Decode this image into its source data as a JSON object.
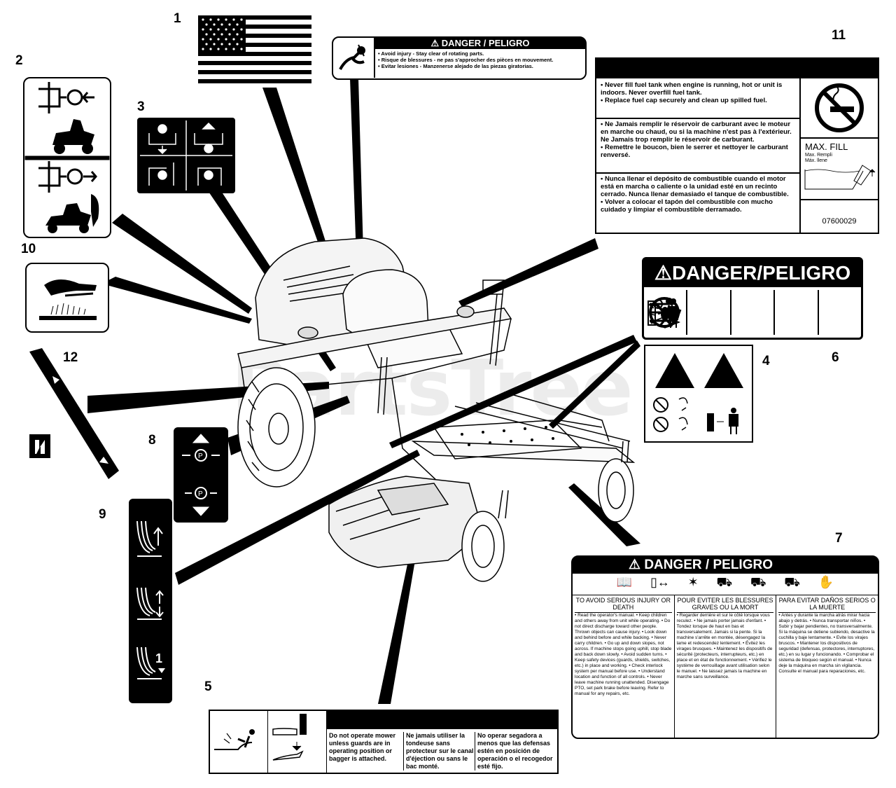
{
  "callouts": [
    "1",
    "2",
    "3",
    "4",
    "5",
    "6",
    "7",
    "8",
    "9",
    "10",
    "11",
    "12"
  ],
  "decal1": {
    "stars_rows": 7
  },
  "decal_rotating": {
    "title": "DANGER / PELIGRO",
    "lines": [
      "• Avoid injury - Stay clear of rotating parts.",
      "• Risque de blessures - ne pas s'approcher des pièces en mouvement.",
      "• Evitar lesiones - Manzenerse alejado de las piezas giratorias."
    ]
  },
  "decal11": {
    "en": [
      "• Never fill fuel tank when engine is running, hot or unit is indoors.  Never overfill fuel tank.",
      "• Replace fuel cap securely and clean up spilled fuel."
    ],
    "fr": [
      "• Ne Jamais remplir le réservoir de carburant avec le moteur en marche ou chaud, ou si la machine n'est pas à l'extérieur.  Ne Jamais trop remplir le réservoir de carburant.",
      "• Remettre le boucon, bien le serrer et nettoyer le carburant renversé."
    ],
    "es": [
      "• Nunca llenar el depósito de combustible cuando el motor está en marcha o caliente o la unidad esté en un recinto cerrado.  Nunca llenar demasiado el tanque de combustible.",
      "• Volver a colocar el tapón del combustible con mucho cuidado y limpiar el combustible derramado."
    ],
    "max_fill": "MAX. FILL",
    "max_fill_sub": "Max. Rempli\nMáx. llene",
    "part_no": "07600029"
  },
  "decal6": {
    "title": "DANGER/PELIGRO"
  },
  "decal7": {
    "title": "DANGER / PELIGRO",
    "col_heads": [
      "TO AVOID SERIOUS INJURY OR DEATH",
      "POUR EVITER LES BLESSURES GRAVES OU LA MORT",
      "PARA EVITAR DAÑOS SERIOS O LA MUERTE"
    ],
    "col_text": [
      "• Read the operator's manual. • Keep children and others away from unit while operating. • Do not direct discharge toward other people. Thrown objects can cause injury. • Look down and behind before and while backing. • Never carry children. • Go up and down slopes, not across. If machine stops going uphill, stop blade and back down slowly. • Avoid sudden turns. • Keep safety devices (guards, shields, switches, etc.) in place and working. • Check interlock system per manual before use. • Understand location and function of all controls. • Never leave machine running unattended. Disengage PTO, set park brake before leaving. Refer to manual for any repairs, etc.",
      "• Regarder derrière et sur le côté lorsque vous reculez. • Ne jamais porter jamais d'enfant. • Tondez lorsque de haut en bas et transversalement. Jamais si la pente. Si la machine s'arrête en montée, désengagez la lame et redescendez lentement. • Évitez les virages brusques. • Maintenez les dispositifs de sécurité (protecteurs, interrupteurs, etc.) en place et en état de fonctionnement. • Vérifiez le système de verrouillage avant utilisation selon le manuel. • Ne laissez jamais la machine en marche sans surveillance.",
      "• Antes y durante la marcha atrás mirar hacia abajo y detrás. • Nunca transportar niños. • Subir y bajar pendientes, no transversalmente. Si la máquina se detiene subiendo, desactive la cuchilla y baje lentamente. • Evite los virajes bruscos. • Mantener los dispositivos de seguridad (defensas, protectores, interruptores, etc.) en su lugar y funcionando. • Comprobar el sistema de bloqueo según el manual. • Nunca deje la máquina en marcha sin vigilancia. Consulte el manual para reparaciones, etc."
    ]
  },
  "decal5": {
    "en": "Do not operate mower unless guards are in operating position or bagger is attached.",
    "fr": "Ne jamais utiliser la tondeuse sans protecteur sur le canal d'éjection ou sans le bac monté.",
    "es": "No operar segadora a menos que las defensas estén en posición de operación o el recogedor esté fijo."
  },
  "watermark": "PartsTree"
}
